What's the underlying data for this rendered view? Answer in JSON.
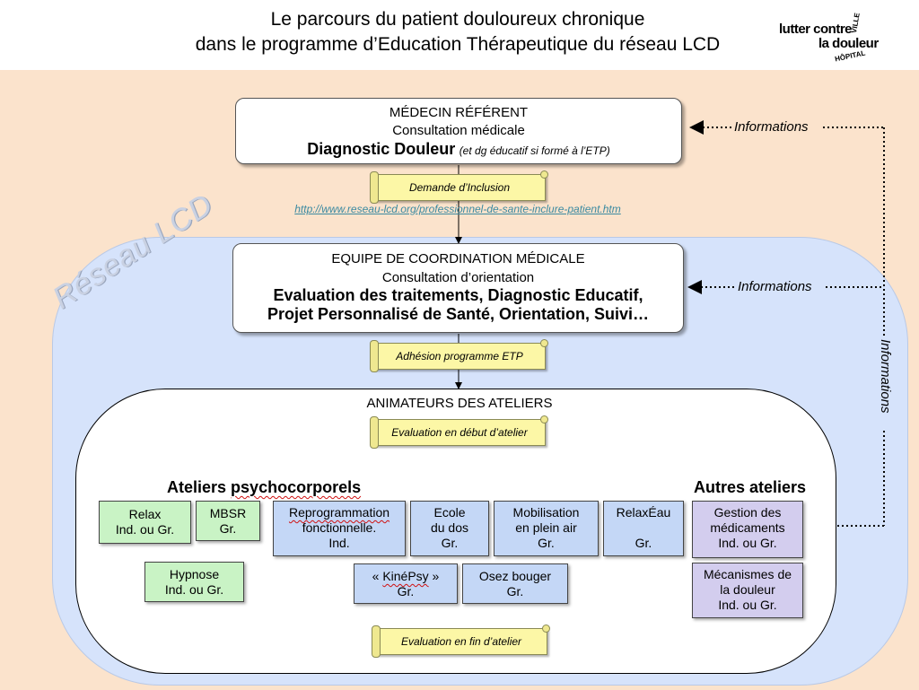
{
  "header": {
    "title_line1": "Le parcours du patient douloureux chronique",
    "title_line2": "dans le programme d’Education Thérapeutique du réseau LCD",
    "logo": {
      "ville": "VILLE",
      "lutter": "lutter contre",
      "douleur": "la douleur",
      "hopital": "HÔPITAL"
    }
  },
  "reseau_label": "Réseau LCD",
  "medecin": {
    "line1": "MÉDECIN RÉFÉRENT",
    "line2": "Consultation médicale",
    "line3_bold": "Diagnostic Douleur",
    "line3_italic": "(et dg éducatif si formé à l’ETP)"
  },
  "scroll_inclusion": "Demande d’Inclusion",
  "inclusion_link": "http://www.reseau-lcd.org/professionnel-de-sante-inclure-patient.htm",
  "equipe": {
    "line1": "EQUIPE DE COORDINATION  MÉDICALE",
    "line2": "Consultation d’orientation",
    "line3": "Evaluation des traitements, Diagnostic Educatif,",
    "line4": "Projet Personnalisé de Santé, Orientation, Suivi…"
  },
  "scroll_adhesion": "Adhésion programme ETP",
  "animateurs": "ANIMATEURS DES ATELIERS",
  "scroll_debut": "Evaluation en début d’atelier",
  "scroll_fin": "Evaluation en fin d’atelier",
  "informations": {
    "medecin": "Informations",
    "equipe": "Informations",
    "vertical": "Informations"
  },
  "psycho": {
    "title_prefix": "Ateliers ",
    "title_word": "psychocorporels",
    "relax": {
      "line1": "Relax",
      "line2": "Ind. ou Gr."
    },
    "mbsr": {
      "line1": "MBSR",
      "line2": "Gr."
    },
    "hypnose": {
      "line1": "Hypnose",
      "line2": "Ind. ou Gr."
    },
    "reprog": {
      "line1": "Reprogrammation",
      "line2": "fonctionnelle.",
      "line3": "Ind."
    },
    "ecole": {
      "line1": "Ecole",
      "line2": "du dos",
      "line3": "Gr."
    },
    "mobilisation": {
      "line1": "Mobilisation",
      "line2": "en plein air",
      "line3": "Gr."
    },
    "relaxeau": {
      "line1": "RelaxÉau",
      "line2": "Gr."
    },
    "kinepsy": {
      "prefix": "« ",
      "word": "KinéPsy",
      "suffix": " »",
      "line2": "Gr."
    },
    "osez": {
      "line1": "Osez bouger",
      "line2": "Gr."
    }
  },
  "autres": {
    "title": "Autres ateliers",
    "gestion": {
      "line1": "Gestion des",
      "line2": "médicaments",
      "line3": "Ind. ou Gr."
    },
    "mecanismes": {
      "line1": "Mécanismes de",
      "line2": "la douleur",
      "line3": "Ind. ou Gr."
    }
  },
  "colors": {
    "background": "#fbe3cc",
    "reseau": "#d6e3fb",
    "green_boxes": "#c9f3c5",
    "blue_boxes": "#c4d7f6",
    "purple_boxes": "#d3cdee",
    "scroll": "#fcf7a6"
  }
}
